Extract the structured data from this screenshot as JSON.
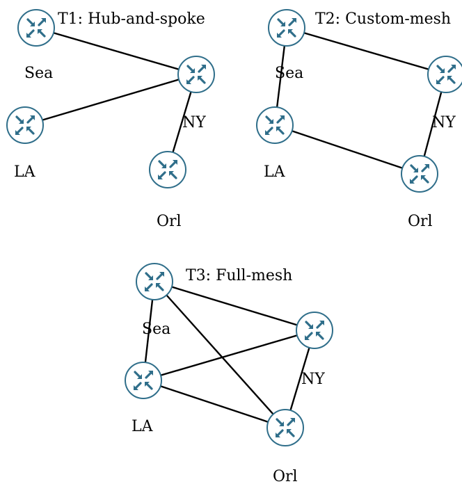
{
  "colors": {
    "router_ring": "#2f6e8a",
    "router_fill": "#ffffff",
    "router_arrows": "#2f6e8a",
    "link": "#000000",
    "text": "#000000"
  },
  "icons": {
    "router": "router-icon"
  },
  "topologies": [
    {
      "id": "t1",
      "title": "T1: Hub-and-spoke",
      "nodes": [
        {
          "id": "sea",
          "label": "Sea"
        },
        {
          "id": "la",
          "label": "LA"
        },
        {
          "id": "ny",
          "label": "NY"
        },
        {
          "id": "orl",
          "label": "Orl"
        }
      ],
      "links": [
        [
          "sea",
          "ny"
        ],
        [
          "la",
          "ny"
        ],
        [
          "ny",
          "orl"
        ]
      ]
    },
    {
      "id": "t2",
      "title": "T2: Custom-mesh",
      "nodes": [
        {
          "id": "sea",
          "label": "Sea"
        },
        {
          "id": "la",
          "label": "LA"
        },
        {
          "id": "ny",
          "label": "NY"
        },
        {
          "id": "orl",
          "label": "Orl"
        }
      ],
      "links": [
        [
          "sea",
          "ny"
        ],
        [
          "sea",
          "la"
        ],
        [
          "la",
          "orl"
        ],
        [
          "ny",
          "orl"
        ]
      ]
    },
    {
      "id": "t3",
      "title": "T3: Full-mesh",
      "nodes": [
        {
          "id": "sea",
          "label": "Sea"
        },
        {
          "id": "la",
          "label": "LA"
        },
        {
          "id": "ny",
          "label": "NY"
        },
        {
          "id": "orl",
          "label": "Orl"
        }
      ],
      "links": [
        [
          "sea",
          "ny"
        ],
        [
          "sea",
          "la"
        ],
        [
          "sea",
          "orl"
        ],
        [
          "la",
          "ny"
        ],
        [
          "la",
          "orl"
        ],
        [
          "ny",
          "orl"
        ]
      ]
    }
  ]
}
